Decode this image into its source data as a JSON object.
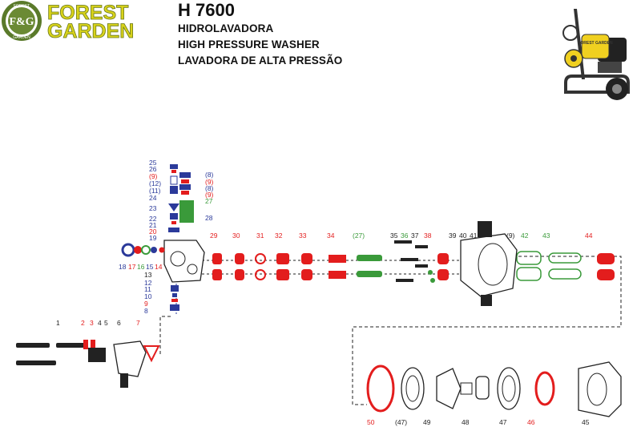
{
  "header": {
    "logo_mark": "F&G",
    "logo_ring_top": "FOREST",
    "logo_ring_bottom": "GARDEN",
    "brand_line1": "FOREST",
    "brand_line2": "GARDEN",
    "model": "H 7600",
    "desc_es": "HIDROLAVADORA",
    "desc_en": "HIGH PRESSURE WASHER",
    "desc_pt": "LAVADORA DE ALTA PRESSÃO"
  },
  "product_image": {
    "label": "FOREST GARDEN"
  },
  "colors": {
    "blue": "#2b3a9a",
    "red": "#e31d1d",
    "green": "#3a9a3a",
    "black": "#222222",
    "brand_yellow": "#d8d21a",
    "logo_green": "#5a7a2a"
  },
  "diagram": {
    "head_stack": {
      "left": [
        "25",
        "26",
        "(9)",
        "(12)",
        "(11)",
        "24",
        "23",
        "22",
        "21",
        "20",
        "19",
        "13",
        "12",
        "11",
        "10",
        "9",
        "8"
      ],
      "right": [
        "(8)",
        "(9)",
        "(8)",
        "(9)",
        "27",
        "28"
      ]
    },
    "side_parts": [
      "18",
      "17",
      "16",
      "15",
      "14"
    ],
    "row_parts": [
      "29",
      "30",
      "31",
      "32",
      "33",
      "34",
      "(27)",
      "35",
      "36",
      "37",
      "38",
      "39",
      "40",
      "41",
      "(9)",
      "42",
      "43",
      "44"
    ],
    "inlet_parts": [
      "1",
      "2",
      "3",
      "4",
      "5",
      "6",
      "7"
    ],
    "pump_parts": [
      "50",
      "(47)",
      "49",
      "48",
      "47",
      "46",
      "45"
    ]
  }
}
